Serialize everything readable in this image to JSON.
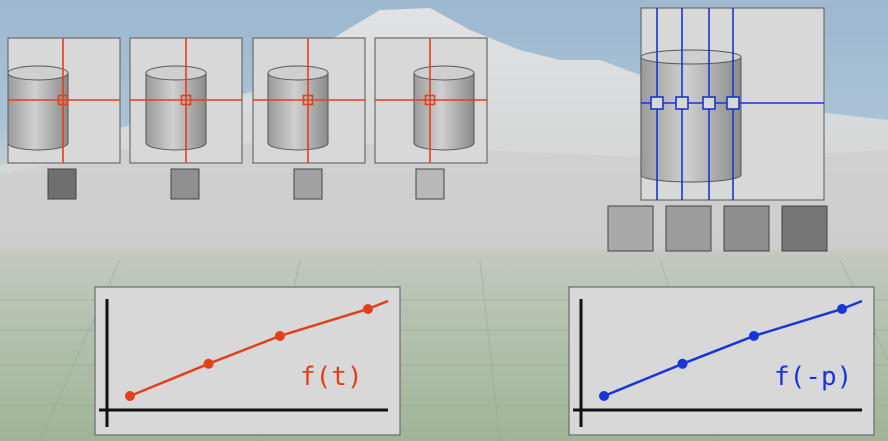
{
  "colors": {
    "red": "#e2401c",
    "blue": "#1836d6",
    "panel_bg": "#d8d8d8",
    "panel_border": "#6b6b6b",
    "axis": "#111111"
  },
  "left_frames": [
    {
      "sample_shade": "#6f6f6f"
    },
    {
      "sample_shade": "#8f8f8f"
    },
    {
      "sample_shade": "#a2a2a2"
    },
    {
      "sample_shade": "#b8b8b8"
    }
  ],
  "right_frame": {
    "sample_shades": [
      "#a9a9a9",
      "#9c9c9c",
      "#8e8e8e",
      "#767676"
    ]
  },
  "left_plot": {
    "label": "f(t)",
    "points": [
      [
        0.0,
        0.0
      ],
      [
        0.33,
        0.37
      ],
      [
        0.63,
        0.69
      ],
      [
        1.0,
        1.0
      ]
    ]
  },
  "right_plot": {
    "label": "f(-p)",
    "points": [
      [
        0.0,
        0.0
      ],
      [
        0.33,
        0.37
      ],
      [
        0.63,
        0.69
      ],
      [
        1.0,
        1.0
      ]
    ]
  }
}
